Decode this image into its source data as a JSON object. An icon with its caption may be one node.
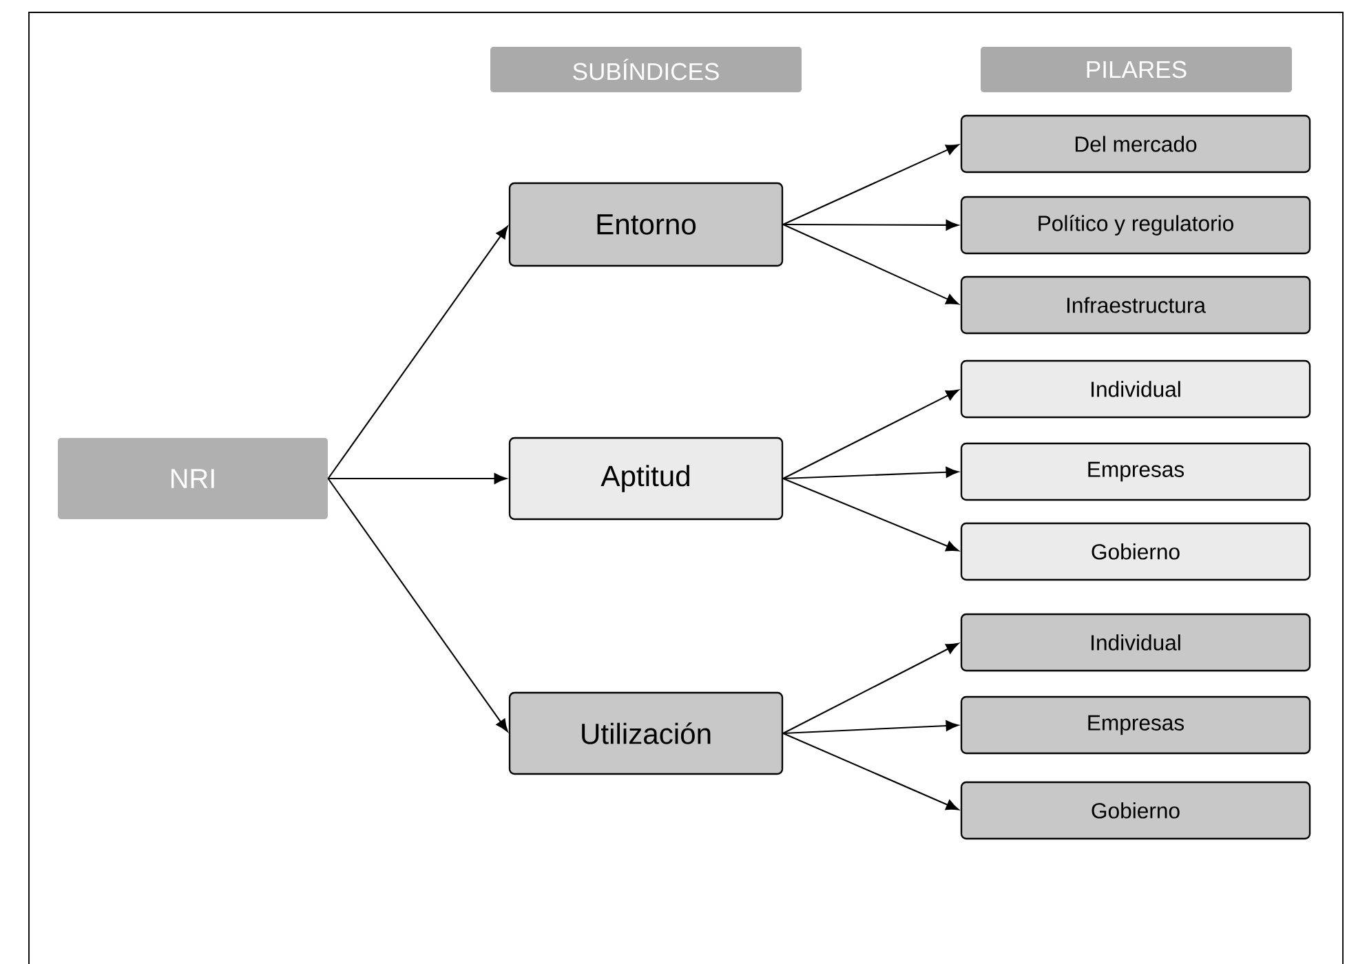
{
  "diagram": {
    "nodes": [
      {
        "text": [
          "SUBÍNDICES"
        ]
      },
      {
        "text": [
          "PILARES"
        ]
      },
      {
        "text": [
          "NRI"
        ]
      },
      {
        "text": [
          "Entorno"
        ]
      },
      {
        "text": [
          "Del mercado"
        ]
      },
      {
        "text": [
          "Político y regulatorio"
        ]
      },
      {
        "text": [
          "Infraestructura"
        ]
      },
      {
        "text": [
          "Aptitud"
        ]
      },
      {
        "text": [
          "Individual"
        ]
      },
      {
        "text": [
          "Empresas"
        ]
      },
      {
        "text": [
          "Gobierno"
        ]
      },
      {
        "text": [
          "Utilización"
        ]
      },
      {
        "text": [
          "Individual"
        ]
      },
      {
        "text": [
          "Empresas"
        ]
      },
      {
        "text": [
          "Gobierno"
        ]
      }
    ],
    "edges": [
      {
        "from": 2,
        "to": 3,
        "arrow": "to"
      },
      {
        "from": 2,
        "to": 7,
        "arrow": "to"
      },
      {
        "from": 2,
        "to": 11,
        "arrow": "to"
      },
      {
        "from": 3,
        "to": 4,
        "arrow": "to"
      },
      {
        "from": 3,
        "to": 5,
        "arrow": "to"
      },
      {
        "from": 3,
        "to": 6,
        "arrow": "to"
      },
      {
        "from": 7,
        "to": 8,
        "arrow": "to"
      },
      {
        "from": 7,
        "to": 9,
        "arrow": "to"
      },
      {
        "from": 7,
        "to": 10,
        "arrow": "to"
      },
      {
        "from": 11,
        "to": 12,
        "arrow": "to"
      },
      {
        "from": 11,
        "to": 13,
        "arrow": "to"
      },
      {
        "from": 11,
        "to": 14,
        "arrow": "to"
      }
    ]
  }
}
